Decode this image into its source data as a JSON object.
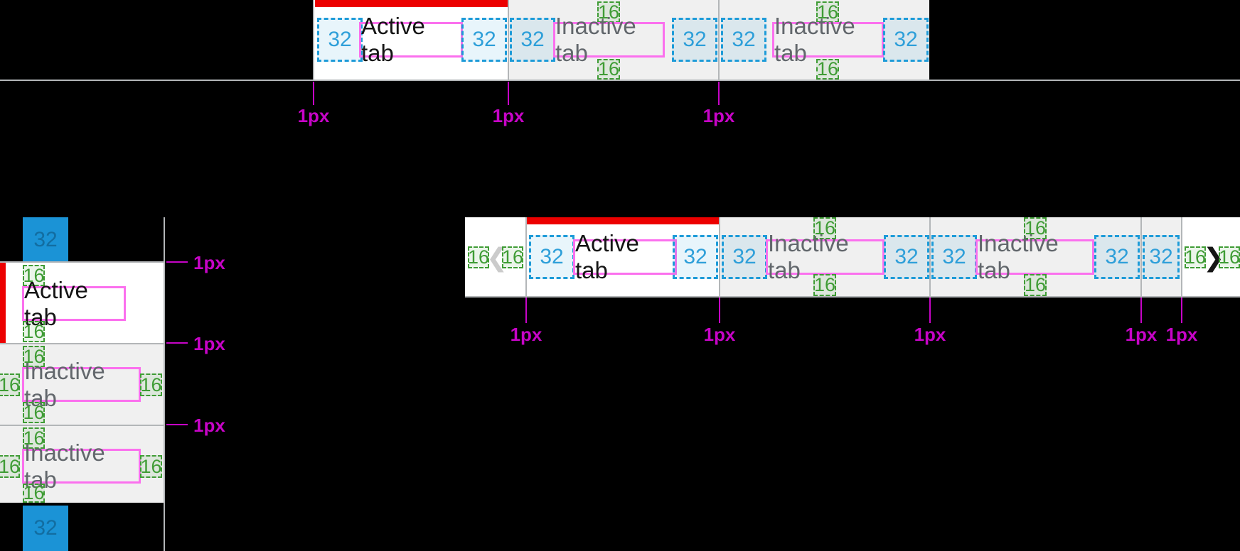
{
  "measurements": {
    "space_32": "32",
    "space_16": "16",
    "border": "1px"
  },
  "icons": {
    "chevron_left": "❮",
    "chevron_right": "❯"
  },
  "top_tab_bar": {
    "tabs": [
      {
        "label": "Active tab",
        "state": "active"
      },
      {
        "label": "Inactive tab",
        "state": "inactive"
      },
      {
        "label": "Inactive tab",
        "state": "inactive"
      }
    ]
  },
  "vertical_tab_bar": {
    "tabs": [
      {
        "label": "Active tab",
        "state": "active"
      },
      {
        "label": "Inactive tab",
        "state": "inactive"
      },
      {
        "label": "Inactive tab",
        "state": "inactive"
      }
    ]
  },
  "scrollable_tab_bar": {
    "tabs": [
      {
        "label": "Active tab",
        "state": "active"
      },
      {
        "label": "Inactive tab",
        "state": "inactive"
      },
      {
        "label": "Inactive tab",
        "state": "inactive"
      }
    ]
  },
  "colors": {
    "active_indicator_red": "#ec0000",
    "annotation_blue": "#1d9bd8",
    "annotation_green": "#3f9c35",
    "annotation_pink": "#fb70ee",
    "annotation_magenta": "#c704c7",
    "divider_gray": "#b3b6b8",
    "inactive_tab_bg": "#f0f0f0",
    "active_tab_bg": "#ffffff",
    "active_text": "#151515",
    "inactive_text": "#62676c",
    "spacer_square_blue": "#1b93d6"
  }
}
